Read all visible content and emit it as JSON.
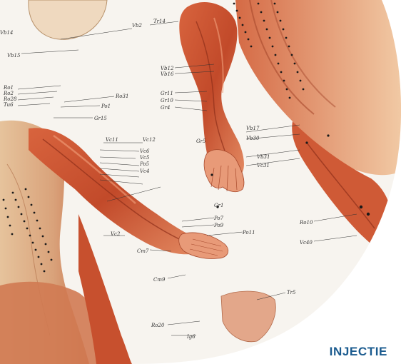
{
  "heading": "INJECTIE",
  "photo": {
    "labels": [
      "Vb15",
      "Vb12",
      "Vb2",
      "Vb16",
      "Vb17",
      "Vb14",
      "Ro1",
      "Ro2",
      "Ro28",
      "Tu6",
      "Ro31",
      "Po1",
      "Gr15",
      "Vc11",
      "Vc12",
      "Vc6",
      "Vc5",
      "Po5",
      "Vc4",
      "Vc2",
      "Gr11",
      "Gr10",
      "Gr4",
      "Gr5",
      "Vb30",
      "Vb31",
      "Vc31",
      "Po7",
      "Po9",
      "Po11",
      "Cm7",
      "Cm9",
      "Ro10",
      "Vc40",
      "Gr1",
      "Tr5",
      "Ig6",
      "Ro20",
      "Tr14"
    ],
    "colors": {
      "skin": "#f0dcc2",
      "muscle": "#c9532f",
      "muscle_dark": "#9e3620",
      "muscle_light": "#e07a55",
      "paper": "#f7f4ef",
      "point": "#1a1a1a",
      "accent": "#1b5b8f"
    }
  }
}
